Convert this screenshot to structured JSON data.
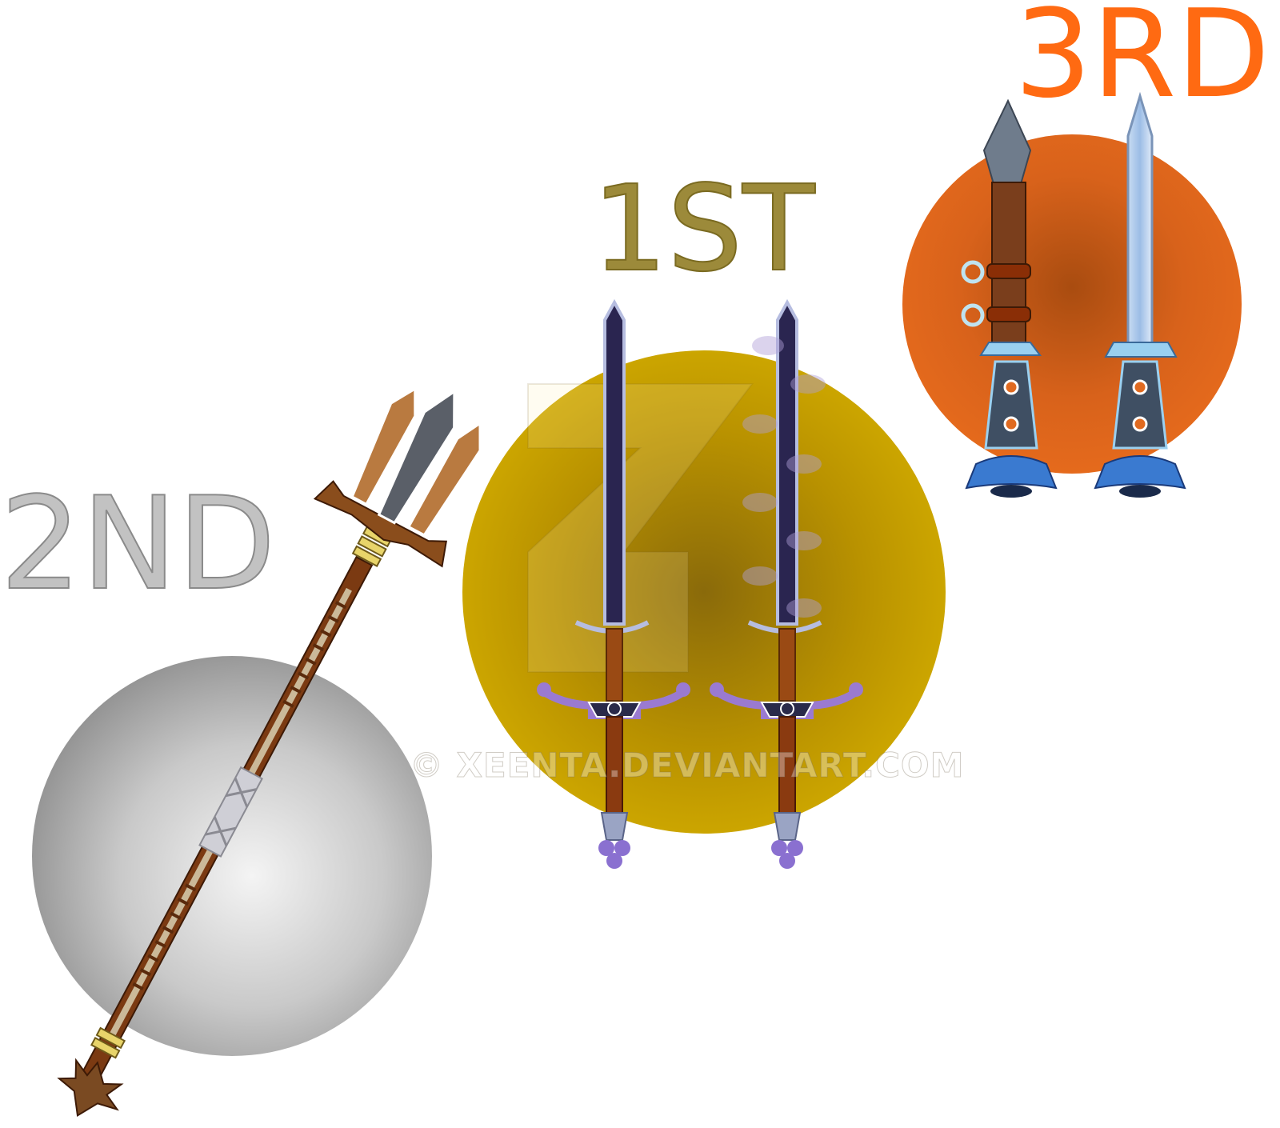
{
  "ranks": {
    "first": "1ST",
    "second": "2ND",
    "third": "3RD"
  },
  "colors": {
    "first_disc": "#cfa900",
    "second_disc": "#a8a8a8",
    "third_disc": "#e0651c",
    "first_text": "#9c8a3a",
    "second_text": "#c2c2c2",
    "third_text": "#ff6a12"
  },
  "watermark": "© XEENTA.DEVIANTART.COM",
  "items": [
    {
      "rank": "second",
      "icon": "trident-spear-icon"
    },
    {
      "rank": "first",
      "icon": "longsword-icon"
    },
    {
      "rank": "first",
      "icon": "longsword-clouds-icon"
    },
    {
      "rank": "third",
      "icon": "sheathed-dagger-icon"
    },
    {
      "rank": "third",
      "icon": "dagger-icon"
    }
  ]
}
